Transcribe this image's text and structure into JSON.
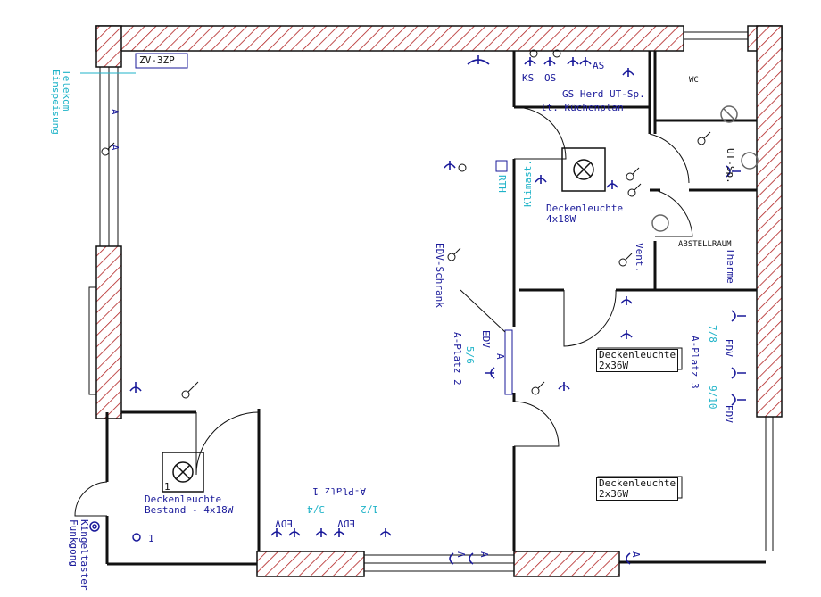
{
  "labels": {
    "zv": "ZV-3ZP",
    "telekom": "Telekom\nEinspeisung",
    "ks": "KS",
    "os": "OS",
    "as": "AS",
    "gs_line": "GS Herd UT-Sp.",
    "kuechenplan": "lt. Küchenplan",
    "wc": "WC",
    "ut_sp": "UT-Sp.",
    "klimast": "Klimast.",
    "rth": "RTH",
    "kitchen_light": "Deckenleuchte\n4x18W",
    "abstellraum": "ABSTELLRAUM",
    "therme": "Therme",
    "vent": "Vent.",
    "edv_schrank": "EDV-Schrank",
    "edv_56": "EDV",
    "num_56": "5/6",
    "aplatz2": "A-Platz 2",
    "light_a": "Deckenleuchte\n2x36W",
    "aplatz3": "A-Platz 3",
    "num_78": "7/8",
    "edv_78": "EDV",
    "num_910": "9/10",
    "edv_910": "EDV",
    "light_b": "Deckenleuchte\n2x36W",
    "aplatz1": "A-Platz 1",
    "num_34": "3/4",
    "edv_34": "EDV",
    "num_12": "1/2",
    "edv_12": "EDV",
    "entrance_light": "Deckenleuchte\nBestand - 4x18W",
    "one_a": "1",
    "one_b": "1",
    "kingeltaster": "Kingeltaster\nFunkgong",
    "a1": "A",
    "a2": "A",
    "a3": "A",
    "a4": "A",
    "a5": "A",
    "a6": "A"
  },
  "colors": {
    "wall_hatch": "#b22222",
    "electrical": "#1a1a9a",
    "annotation": "#1fb3c8",
    "lines": "#111111"
  }
}
